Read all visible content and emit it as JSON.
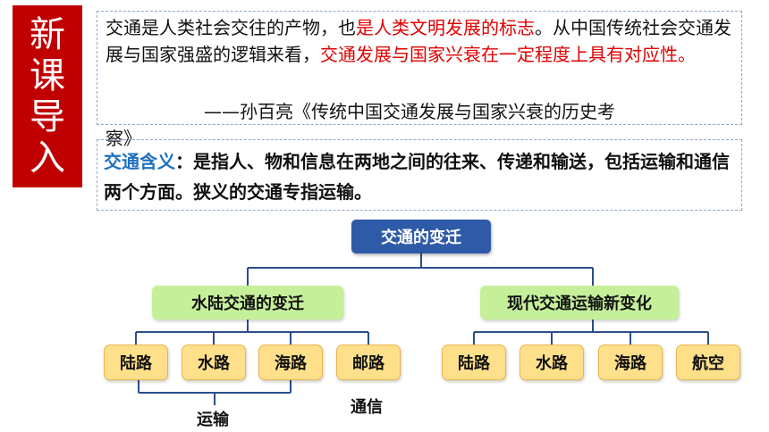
{
  "badge": {
    "chars": [
      "新",
      "课",
      "导",
      "入"
    ]
  },
  "quote": {
    "part1": "交通是人类社会交往的产物，也",
    "red1": "是人类文明发展的标志",
    "part2": "。从中国传统社会交通发展与国家强盛的逻辑来看，",
    "red2": "交通发展与国家兴衰在一定程度上具有对应性。",
    "source_line1": "——孙百亮《传统中国交通发展与国家兴衰的历史考",
    "source_line2": "察》"
  },
  "definition": {
    "term": "交通含义",
    "text": "：是指人、物和信息在两地之间的往来、传递和输送，包括运输和通信两个方面。狭义的交通专指运输。"
  },
  "tree": {
    "root": "交通的变迁",
    "left": {
      "title": "水陆交通的变迁",
      "leaves": [
        "陆路",
        "水路",
        "海路",
        "邮路"
      ],
      "group_transport": "运输",
      "group_communication": "通信"
    },
    "right": {
      "title": "现代交通运输新变化",
      "leaves": [
        "陆路",
        "水路",
        "海路",
        "航空"
      ]
    }
  },
  "colors": {
    "badge": "#c00000",
    "highlight_red": "#e00000",
    "term_blue": "#1f6fc0",
    "root_fill": "#2f5aa8",
    "mid_fill": "#c6ef9a",
    "leaf_fill": "#ffe08a",
    "line": "#2b4f8a"
  }
}
